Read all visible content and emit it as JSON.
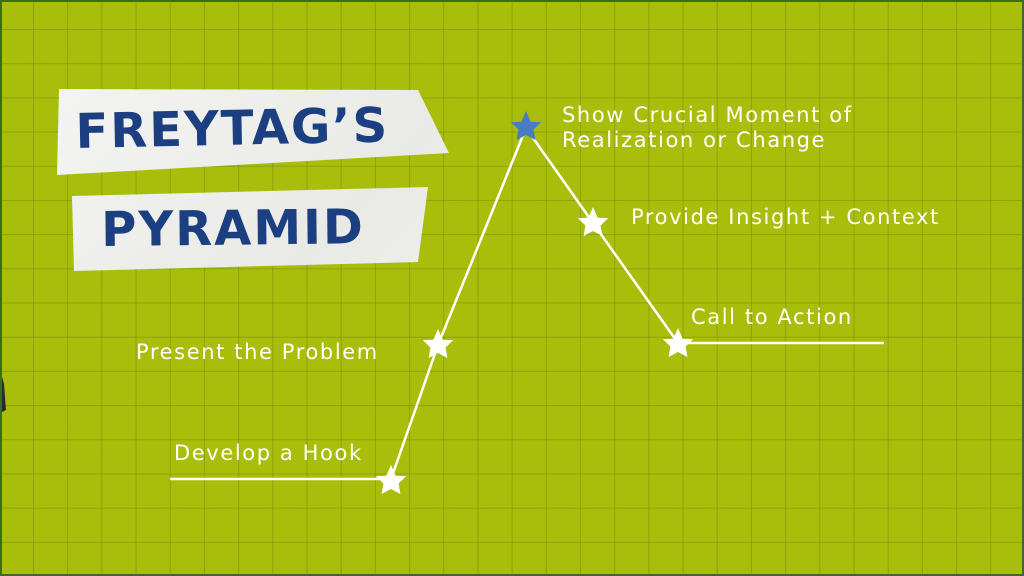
{
  "title": {
    "line1": "FREYTAG’S",
    "line2": "PYRAMID"
  },
  "colors": {
    "background": "#a8be0a",
    "grid_line": "#97ad0e",
    "border": "#3e6b22",
    "title_text": "#1b3f80",
    "paper_strip": "#f2f2ef",
    "label_text": "#ffffff",
    "line": "#ffffff",
    "star_default": "#ffffff",
    "star_climax": "#4a7cc6"
  },
  "stages": [
    {
      "id": "hook",
      "label": "Develop a Hook",
      "star_color": "#ffffff"
    },
    {
      "id": "problem",
      "label": "Present the Problem",
      "star_color": "#ffffff"
    },
    {
      "id": "climax",
      "label_line1": "Show Crucial Moment of",
      "label_line2": "Realization or Change",
      "star_color": "#4a7cc6"
    },
    {
      "id": "insight",
      "label": "Provide Insight + Context",
      "star_color": "#ffffff"
    },
    {
      "id": "action",
      "label": "Call to Action",
      "star_color": "#ffffff"
    }
  ]
}
